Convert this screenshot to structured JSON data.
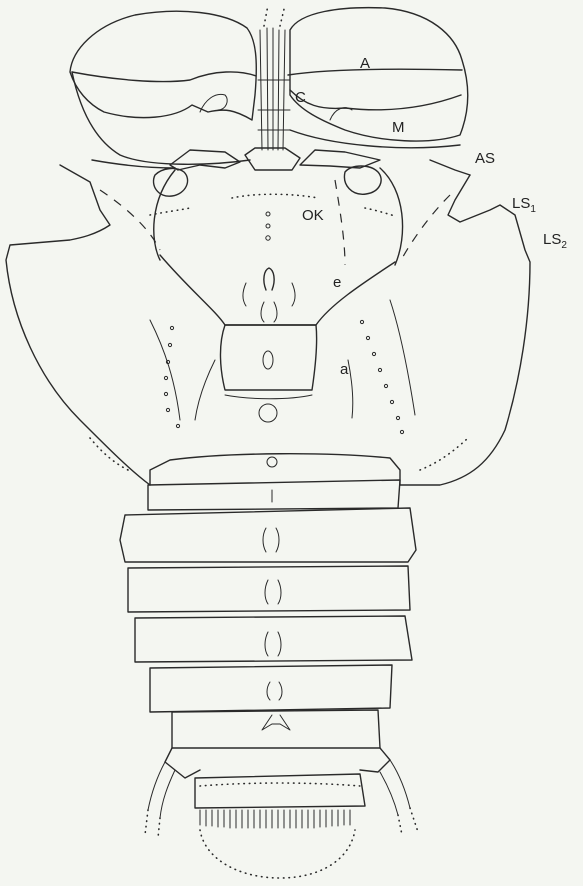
{
  "labels": {
    "A": "A",
    "C": "C",
    "M": "M",
    "AS": "AS",
    "OK": "OK",
    "LS1_main": "LS",
    "LS1_sub": "1",
    "LS2_main": "LS",
    "LS2_sub": "2",
    "e": "e",
    "a": "a"
  },
  "colors": {
    "background": "#f4f6f1",
    "line": "#2a2a2a"
  }
}
